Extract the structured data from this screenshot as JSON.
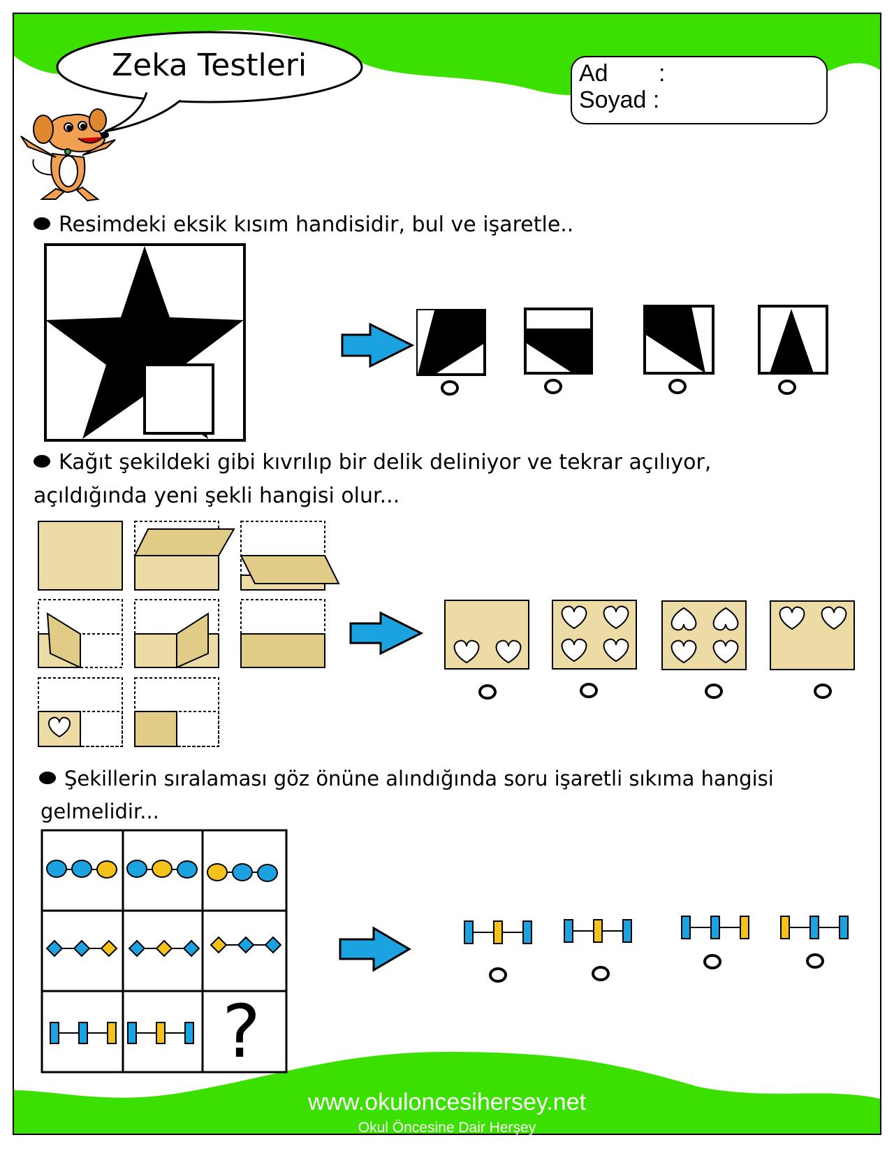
{
  "header": {
    "title": "Zeka Testleri",
    "name_label": "Ad",
    "name_colon": ":",
    "surname_label": "Soyad :"
  },
  "questions": {
    "q1": "Resimdeki eksik kısım handisidir, bul ve işaretle..",
    "q2_line1": "Kağıt şekildeki gibi kıvrılıp bir delik deliniyor ve tekrar açılıyor,",
    "q2_line2": "açıldığında yeni şekli hangisi olur...",
    "q3_line1": "Şekillerin sıralaması göz önüne alındığında soru işaretli sıkıma hangisi",
    "q3_line2": "gelmelidir...",
    "q3_question_mark": "?"
  },
  "footer": {
    "website": "www.okuloncesihersey.net",
    "tagline": "Okul Öncesine Dair Herşey"
  },
  "colors": {
    "green": "#3ce000",
    "blue": "#1aa3e0",
    "yellow": "#f5c21a",
    "paper": "#ecdba4",
    "paper_dark": "#e0cb87"
  },
  "icons": [
    "dog-mascot-icon",
    "speech-bubble-icon",
    "blue-arrow-icon",
    "heart-icon",
    "star-icon",
    "answer-circle-icon"
  ]
}
